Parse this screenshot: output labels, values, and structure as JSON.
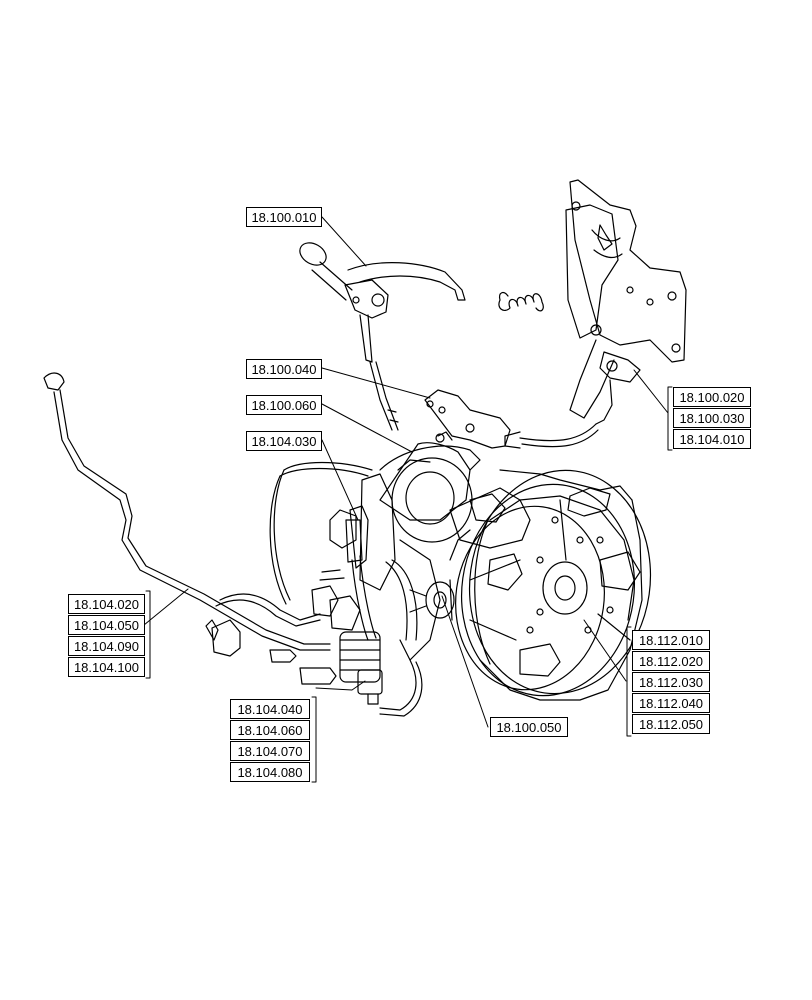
{
  "page": {
    "background": "#ffffff",
    "line_color": "#000000"
  },
  "labels": {
    "l_18_100_010": "18.100.010",
    "l_18_100_040": "18.100.040",
    "l_18_100_060": "18.100.060",
    "l_18_104_030": "18.104.030",
    "l_18_100_020": "18.100.020",
    "l_18_100_030": "18.100.030",
    "l_18_104_010": "18.104.010",
    "l_18_104_020": "18.104.020",
    "l_18_104_050": "18.104.050",
    "l_18_104_090": "18.104.090",
    "l_18_104_100": "18.104.100",
    "l_18_104_040": "18.104.040",
    "l_18_104_060": "18.104.060",
    "l_18_104_070": "18.104.070",
    "l_18_104_080": "18.104.080",
    "l_18_100_050": "18.100.050",
    "l_18_112_010": "18.112.010",
    "l_18_112_020": "18.112.020",
    "l_18_112_030": "18.112.030",
    "l_18_112_040": "18.112.040",
    "l_18_112_050": "18.112.050"
  }
}
